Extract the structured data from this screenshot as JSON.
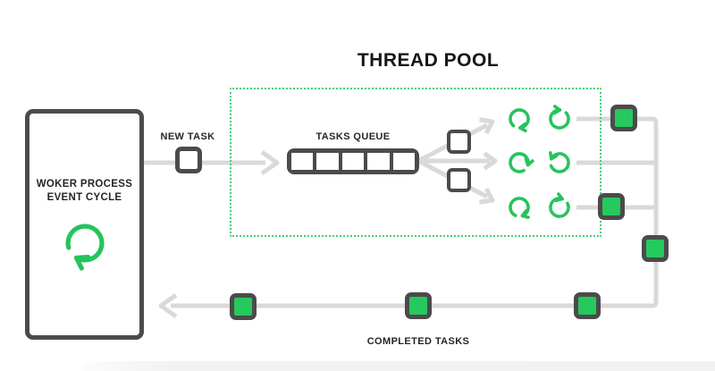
{
  "diagram": {
    "title": "THREAD POOL",
    "worker_box": {
      "label_line1": "WOKER PROCESS",
      "label_line2": "EVENT CYCLE",
      "icon": "cycle-refresh-arrow-icon"
    },
    "flow_labels": {
      "new_task": "NEW TASK",
      "tasks_queue": "TASKS QUEUE",
      "completed_tasks": "COMPLETED TASKS"
    },
    "queue": {
      "slot_count": 5
    },
    "thread_pool": {
      "thread_rows": 3,
      "cycle_icons_per_row": 2,
      "icon": "cycle-refresh-arrow-icon"
    },
    "completed_task_squares": 6,
    "pending_task_squares": 2,
    "colors": {
      "green_fill": "#26c95d",
      "green_stroke": "#25c45c",
      "dotted_border_green": "#42d171",
      "dark_border_gray": "#4b4b4b",
      "connector_light_gray": "#d9d9da",
      "text_dark": "#262626",
      "title_black": "#161616"
    }
  }
}
